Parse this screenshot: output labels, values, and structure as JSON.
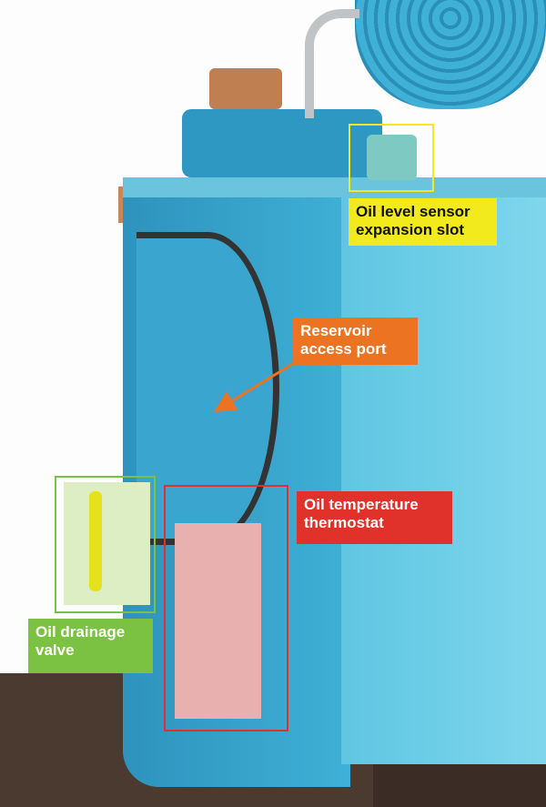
{
  "callouts": {
    "oil_level_sensor": {
      "label": "Oil level sensor\nexpansion slot",
      "color": "#f2ea1d"
    },
    "reservoir_access_port": {
      "label": "Reservoir\naccess port",
      "color": "#ec7322"
    },
    "oil_temperature_thermostat": {
      "label": "Oil temperature\nthermostat",
      "color": "#e0312b"
    },
    "oil_drainage_valve": {
      "label": "Oil drainage\nvalve",
      "color": "#7cc242"
    }
  }
}
